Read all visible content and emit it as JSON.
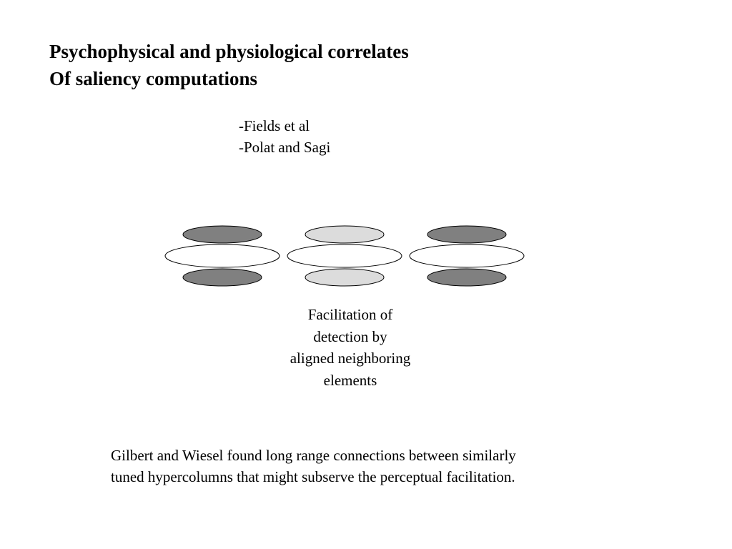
{
  "slide": {
    "title_lines": [
      "Psychophysical and physiological correlates",
      "Of saliency computations"
    ],
    "references": [
      "-Fields et al",
      "-Polat and Sagi"
    ],
    "figure": {
      "colors": {
        "dark_flank": "#808080",
        "light_flank": "#dcdcdc",
        "center": "#ffffff",
        "stroke": "#000000"
      },
      "patches": [
        {
          "id": "left",
          "flank_tone": "dark"
        },
        {
          "id": "middle",
          "flank_tone": "light"
        },
        {
          "id": "right",
          "flank_tone": "dark"
        }
      ]
    },
    "caption_lines": [
      "Facilitation of",
      "detection by",
      "aligned neighboring",
      "elements"
    ],
    "note_lines": [
      "Gilbert and Wiesel found long range connections between similarly",
      "tuned hypercolumns that might subserve the perceptual facilitation."
    ]
  }
}
